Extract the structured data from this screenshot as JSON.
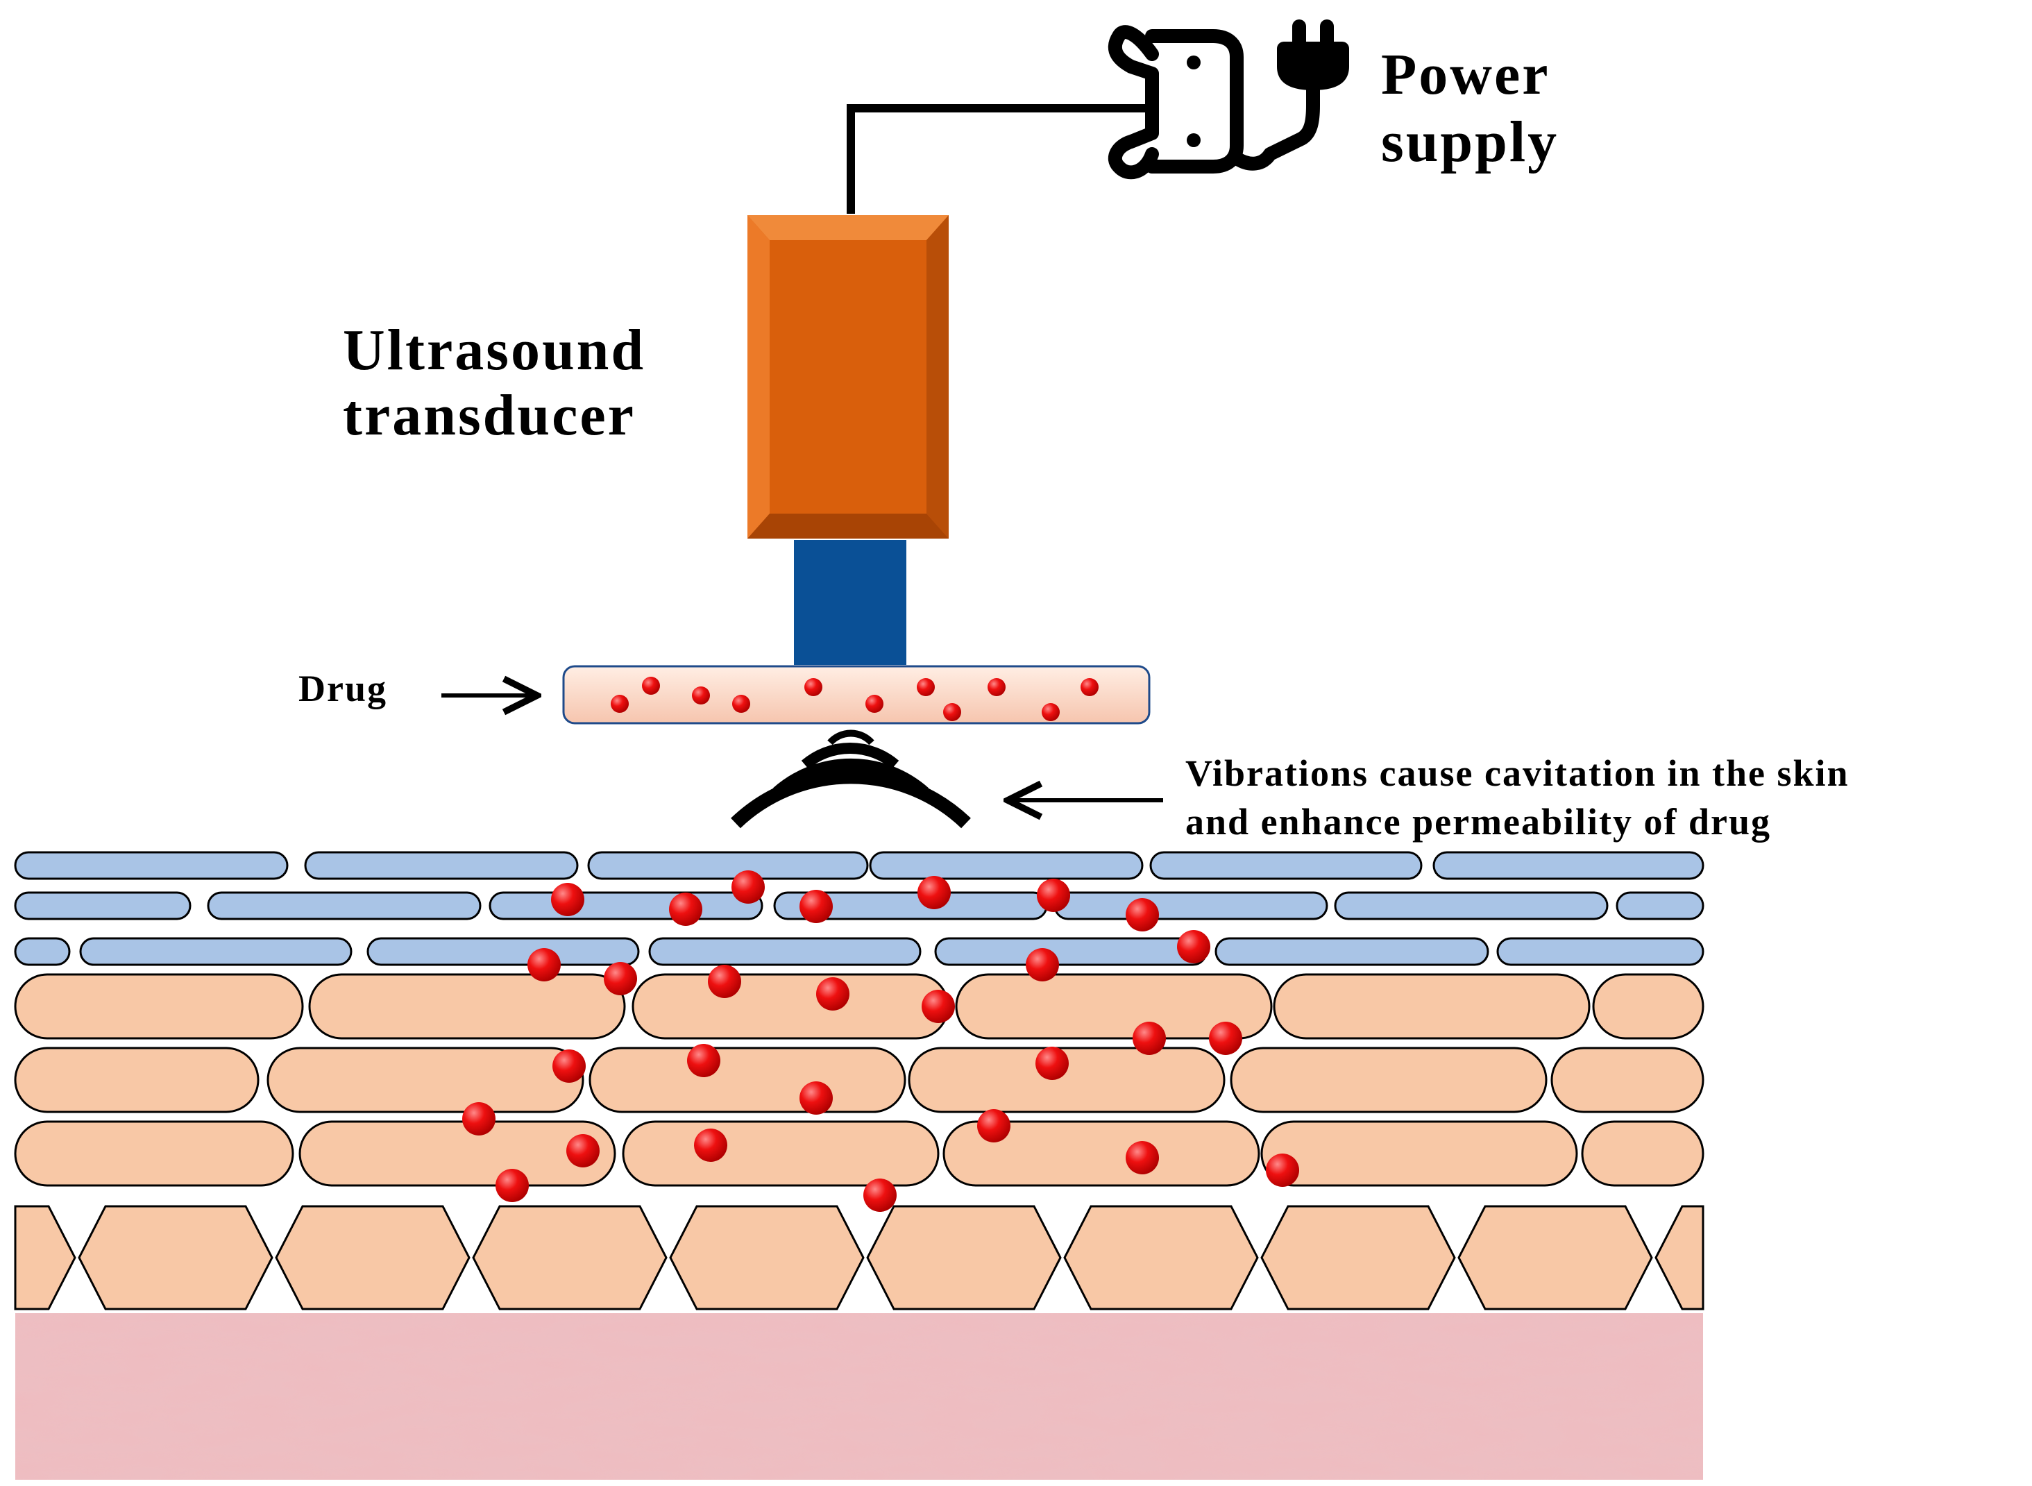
{
  "labels": {
    "power_supply": [
      "Power",
      "supply"
    ],
    "transducer": [
      "Ultrasound",
      "transducer"
    ],
    "drug": "Drug",
    "vibrations": [
      "Vibrations cause cavitation in the skin",
      "and enhance permeability of drug"
    ]
  },
  "icons": {
    "power": "power-outlet-plug-icon",
    "arrow": "arrow-icon",
    "waves": "ultrasound-wave-icon"
  },
  "colors": {
    "transducer_body": "#e06410",
    "transducer_neck": "#0a5096",
    "drug_patch": "#fbd9c8",
    "drug_particle": "#e80000",
    "upper_cells": "#a9c4e6",
    "lower_cells": "#f8c8a6",
    "dermis": "#efbcc0",
    "outline": "#000000"
  }
}
